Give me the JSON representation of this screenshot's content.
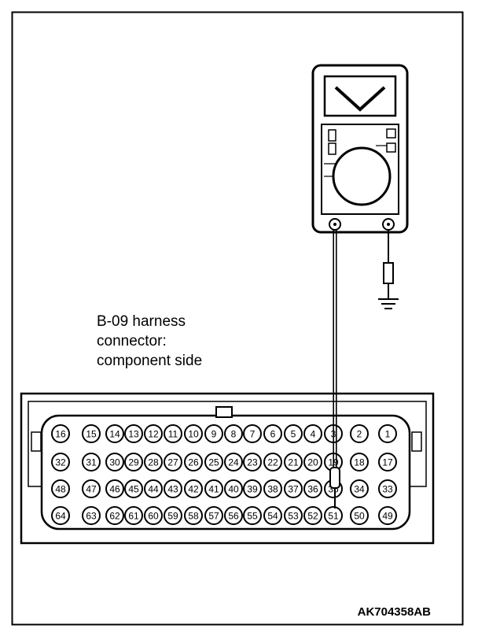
{
  "connector": {
    "label_lines": [
      "B-09 harness",
      "connector:",
      "component side"
    ],
    "rows": [
      [
        "16",
        "15",
        "14",
        "13",
        "12",
        "11",
        "10",
        "9",
        "8",
        "7",
        "6",
        "5",
        "4",
        "3",
        "2",
        "1"
      ],
      [
        "32",
        "31",
        "30",
        "29",
        "28",
        "27",
        "26",
        "25",
        "24",
        "23",
        "22",
        "21",
        "20",
        "19",
        "18",
        "17"
      ],
      [
        "48",
        "47",
        "46",
        "45",
        "44",
        "43",
        "42",
        "41",
        "40",
        "39",
        "38",
        "37",
        "36",
        "35",
        "34",
        "33"
      ],
      [
        "64",
        "63",
        "62",
        "61",
        "60",
        "59",
        "58",
        "57",
        "56",
        "55",
        "54",
        "53",
        "52",
        "51",
        "50",
        "49"
      ]
    ]
  },
  "figure_code": "AK704358AB",
  "meter": {
    "display_icon": "voltage-v-icon",
    "ground_icon": "ground-symbol-icon"
  }
}
